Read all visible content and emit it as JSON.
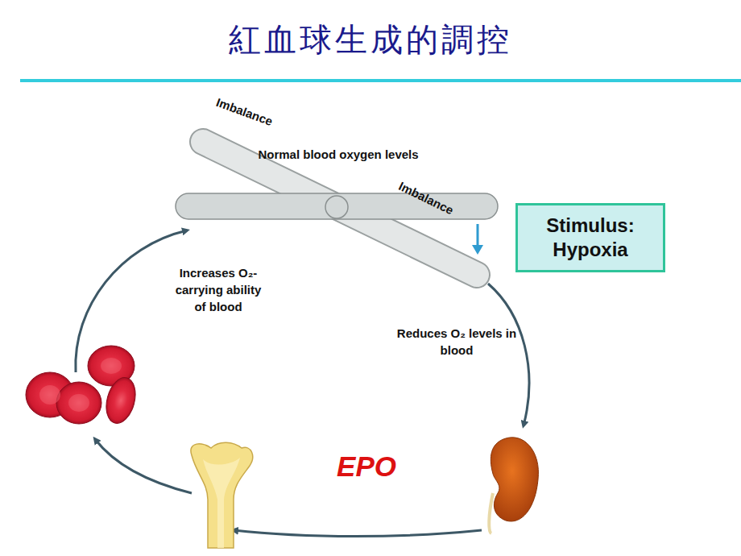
{
  "diagram": {
    "title": "紅血球生成的調控",
    "nodes": [
      {
        "text": [
          "Stimulus: Hypoxia"
        ]
      }
    ],
    "labels": [
      "Imbalance",
      "Normal blood oxygen levels",
      "Imbalance",
      "Increases O₂-carrying ability of blood",
      "Reduces O₂ levels in blood",
      "EPO"
    ]
  }
}
